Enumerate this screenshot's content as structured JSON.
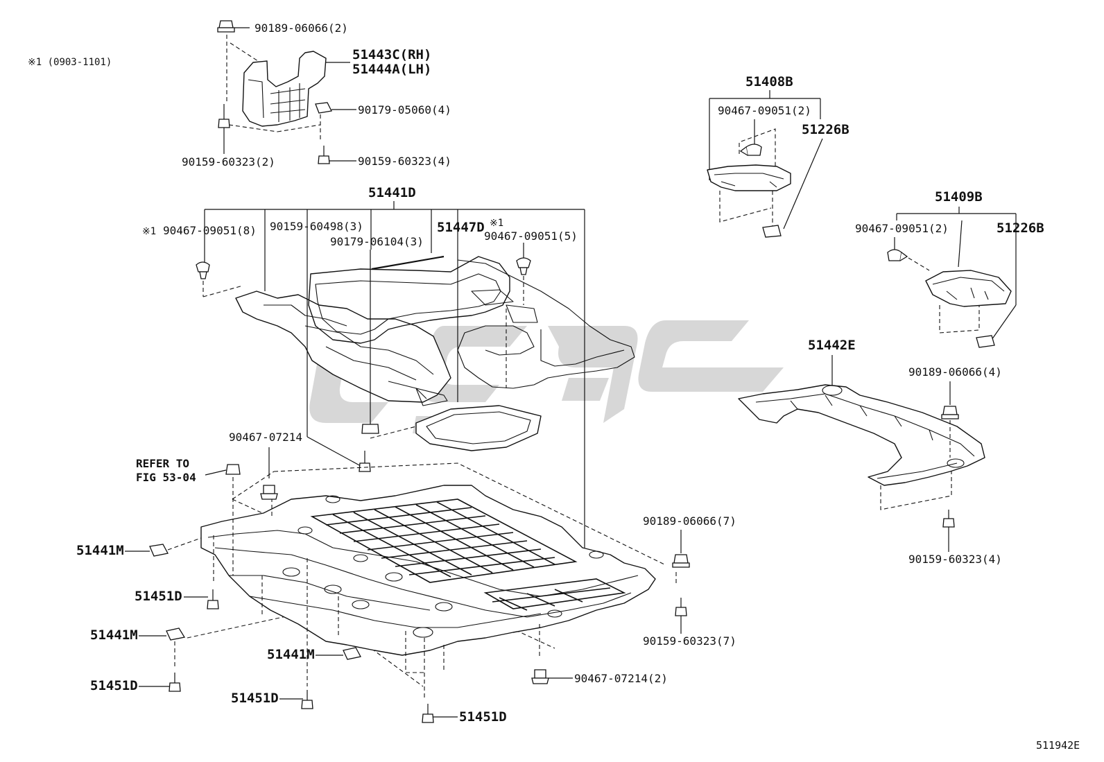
{
  "note_label": "※1 (0903-1101)",
  "figure_code": "511942E",
  "refer": {
    "line1": "REFER TO",
    "line2": "FIG 53-04"
  },
  "labels": {
    "p_90189_06066_2": "90189-06066(2)",
    "p_51443C": "51443C(RH)",
    "p_51444A": "51444A(LH)",
    "p_90179_05060_4": "90179-05060(4)",
    "p_90159_60323_2": "90159-60323(2)",
    "p_90159_60323_4a": "90159-60323(4)",
    "p_51441D": "51441D",
    "p_mark1_left": "※1",
    "p_90467_09051_8": "90467-09051(8)",
    "p_90159_60498_3": "90159-60498(3)",
    "p_51447D": "51447D",
    "p_mark1_right": "※1",
    "p_90179_06104_3": "90179-06104(3)",
    "p_90467_09051_5": "90467-09051(5)",
    "p_90467_07214": "90467-07214",
    "p_51441M_a": "51441M",
    "p_51451D_a": "51451D",
    "p_51441M_b": "51441M",
    "p_51451D_b": "51451D",
    "p_51441M_c": "51441M",
    "p_51451D_c": "51451D",
    "p_51451D_d": "51451D",
    "p_90467_07214_2": "90467-07214(2)",
    "p_90189_06066_7": "90189-06066(7)",
    "p_90159_60323_7": "90159-60323(7)",
    "p_51408B": "51408B",
    "p_90467_09051_2a": "90467-09051(2)",
    "p_51226B_a": "51226B",
    "p_51409B": "51409B",
    "p_90467_09051_2b": "90467-09051(2)",
    "p_51226B_b": "51226B",
    "p_51442E": "51442E",
    "p_90189_06066_4": "90189-06066(4)",
    "p_90159_60323_4b": "90159-60323(4)"
  }
}
